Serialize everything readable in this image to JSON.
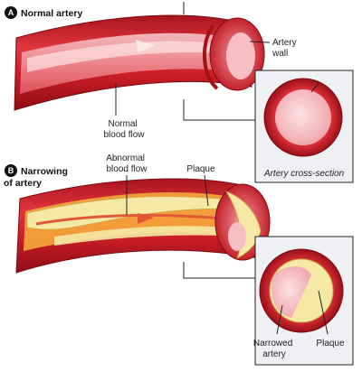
{
  "section_a": {
    "badge": "A",
    "title": "Normal artery",
    "labels": {
      "artery_wall": [
        "Artery",
        "wall"
      ],
      "blood_flow": [
        "Normal",
        "blood flow"
      ],
      "cross_section": "Artery cross-section"
    }
  },
  "section_b": {
    "badge": "B",
    "title": [
      "Narrowing",
      "of artery"
    ],
    "labels": {
      "abnormal_flow": [
        "Abnormal",
        "blood flow"
      ],
      "plaque_top": "Plaque",
      "narrowed_artery": [
        "Narrowed",
        "artery"
      ],
      "plaque_inset": "Plaque"
    }
  },
  "colors": {
    "artery_red": "#d8202b",
    "artery_dark": "#9a0f17",
    "lumen_pink": "#f3b8bd",
    "plaque_yellow": "#f4e7a2",
    "inset_bg": "#eef0f4"
  }
}
